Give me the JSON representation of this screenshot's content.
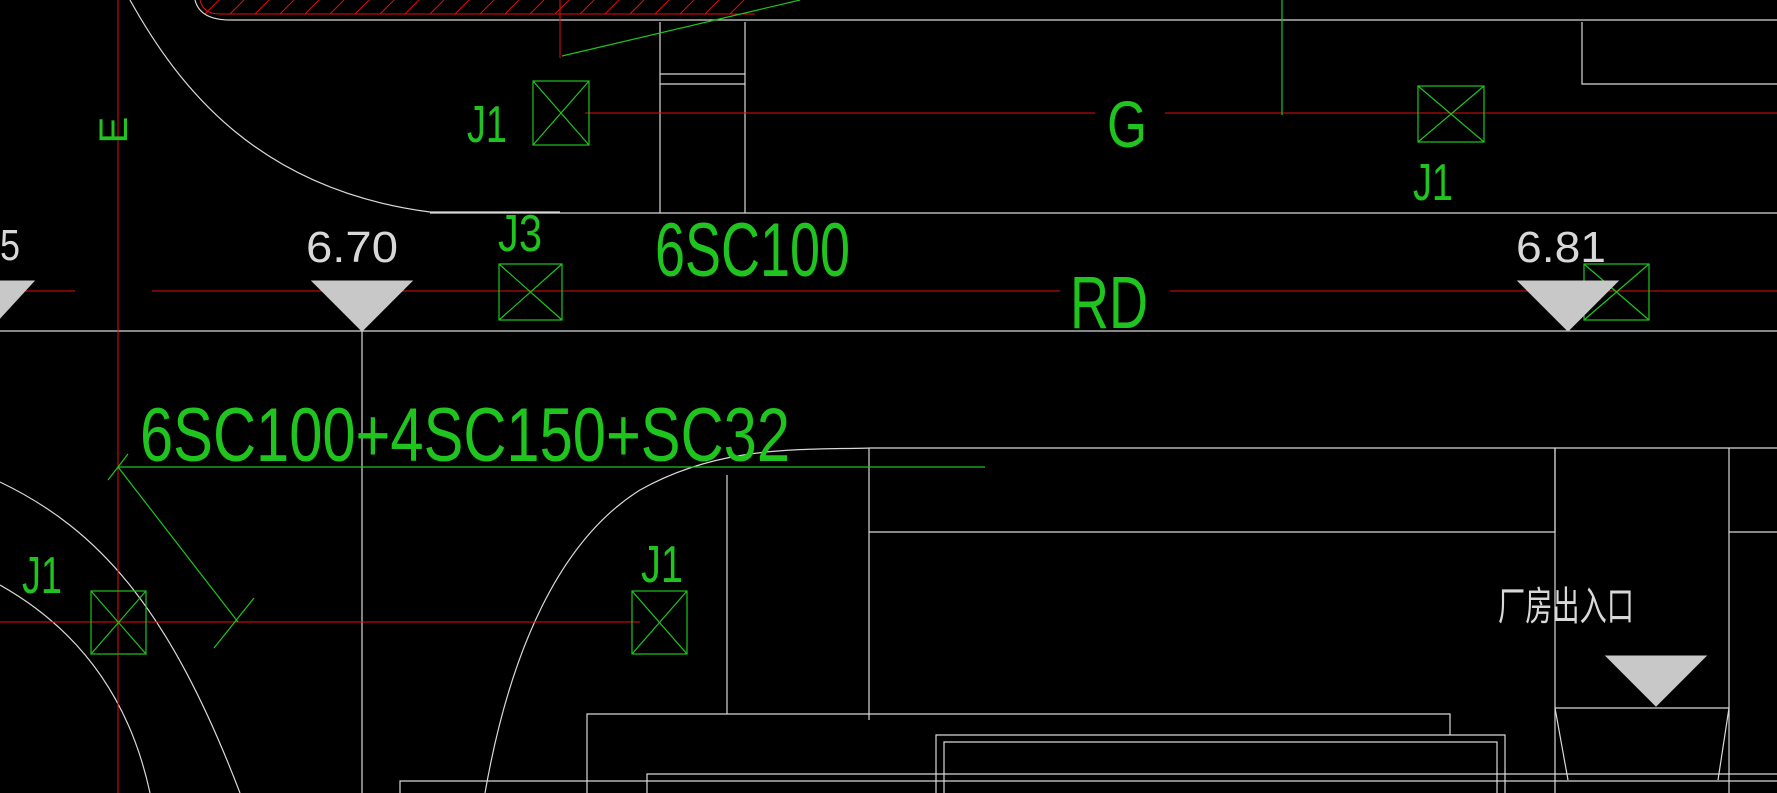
{
  "colors": {
    "background": "#000000",
    "outline": "#d8d8d8",
    "axis_line": "#e01010",
    "cable_green": "#1fc41f",
    "marker_fill": "#c8c8c8"
  },
  "axes": {
    "grid_label": "E",
    "line_label_g": "G",
    "line_label_rd": "RD"
  },
  "junction_labels": {
    "j1_a": "J1",
    "j1_b": "J1",
    "j3": "J3",
    "j1_c": "J1",
    "j1_d": "J1"
  },
  "elevations": {
    "left_partial": "5",
    "mid": "6.70",
    "right": "6.81"
  },
  "cables": {
    "upper": "6SC100",
    "lower": "6SC100+4SC150+SC32"
  },
  "entrance": {
    "label": "厂房出入口"
  }
}
